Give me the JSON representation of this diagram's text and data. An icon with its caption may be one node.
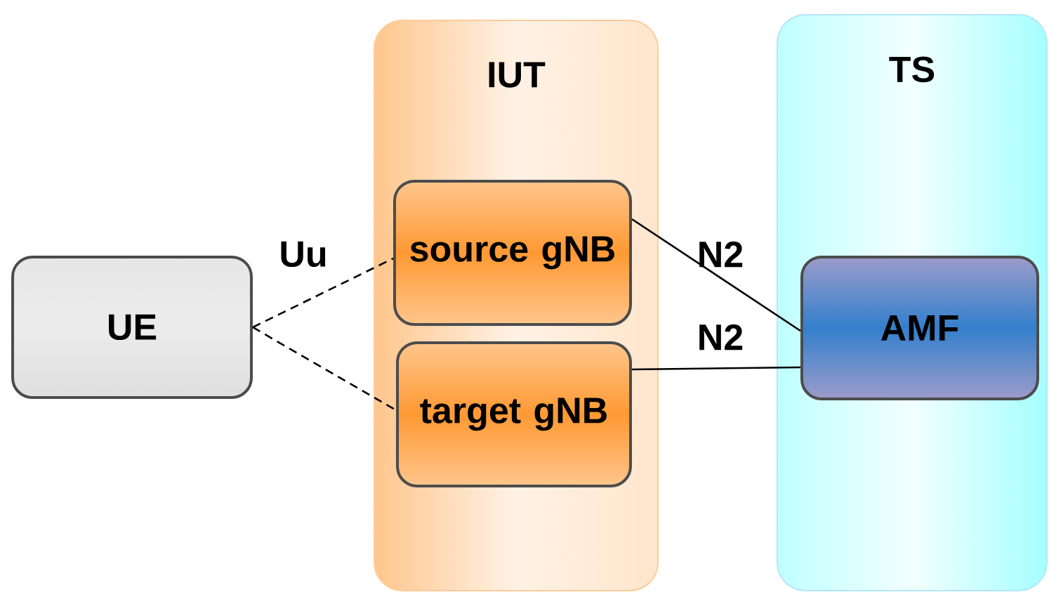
{
  "diagram": {
    "nodes": [
      {
        "text": [
          "UE"
        ]
      },
      {
        "text": [
          "IUT"
        ]
      },
      {
        "text": [
          "source gNB"
        ],
        "in": 1
      },
      {
        "text": [
          "target gNB"
        ],
        "in": 1
      },
      {
        "text": [
          "TS"
        ]
      },
      {
        "text": [
          "AMF"
        ],
        "in": 4
      }
    ],
    "edges": [
      {
        "from": 0,
        "to": 2,
        "arrow": "none",
        "style": "dashed",
        "label": "Uu"
      },
      {
        "from": 0,
        "to": 3,
        "arrow": "none",
        "style": "dashed"
      },
      {
        "from": 2,
        "to": 5,
        "arrow": "none",
        "label": "N2"
      },
      {
        "from": 3,
        "to": 5,
        "arrow": "none",
        "label": "N2"
      }
    ]
  }
}
